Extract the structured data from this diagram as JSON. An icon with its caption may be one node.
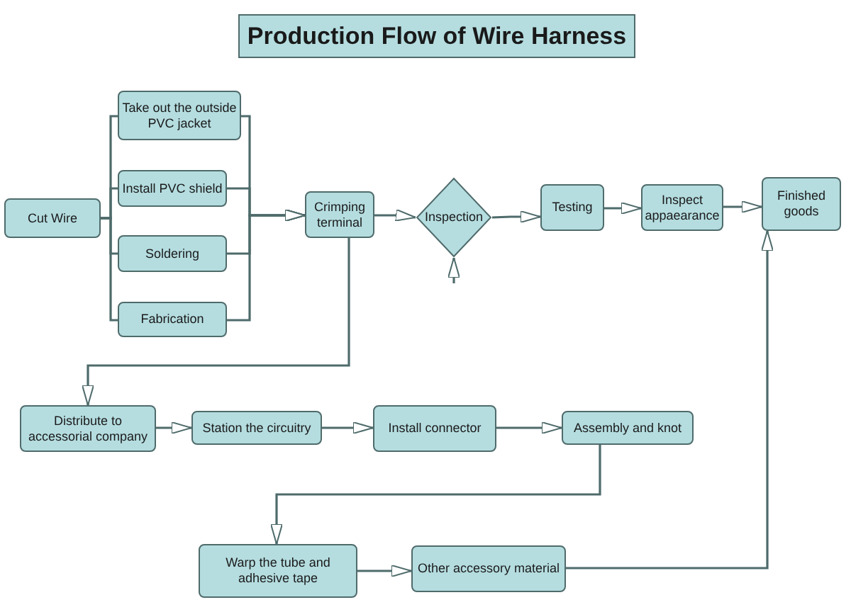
{
  "diagram": {
    "title": "Production Flow of Wire Harness",
    "nodes": [
      {
        "text": [
          "Cut Wire"
        ]
      },
      {
        "text": [
          "Take out the outside PVC jacket"
        ]
      },
      {
        "text": [
          "Install PVC shield"
        ]
      },
      {
        "text": [
          "Soldering"
        ]
      },
      {
        "text": [
          "Fabrication"
        ]
      },
      {
        "text": [
          "Crimping terminal"
        ]
      },
      {
        "text": [
          "Inspection"
        ]
      },
      {
        "text": [
          "Testing"
        ]
      },
      {
        "text": [
          "Inspect appaearance"
        ]
      },
      {
        "text": [
          "Finished goods"
        ]
      },
      {
        "text": [
          "Distribute to accessorial company"
        ]
      },
      {
        "text": [
          "Station the circuitry"
        ]
      },
      {
        "text": [
          "Install connector"
        ]
      },
      {
        "text": [
          "Assembly and knot"
        ]
      },
      {
        "text": [
          "Warp the tube and adhesive tape"
        ]
      },
      {
        "text": [
          "Other accessory material"
        ]
      }
    ],
    "edges": [
      {
        "from": 0,
        "to": 1,
        "arrow": "none"
      },
      {
        "from": 0,
        "to": 2,
        "arrow": "none"
      },
      {
        "from": 0,
        "to": 3,
        "arrow": "none"
      },
      {
        "from": 0,
        "to": 4,
        "arrow": "none"
      },
      {
        "from": 1,
        "to": 5,
        "arrow": "to"
      },
      {
        "from": 2,
        "to": 5,
        "arrow": "to"
      },
      {
        "from": 3,
        "to": 5,
        "arrow": "to"
      },
      {
        "from": 4,
        "to": 5,
        "arrow": "to"
      },
      {
        "from": 5,
        "to": 6,
        "arrow": "to"
      },
      {
        "from": 6,
        "to": 7,
        "arrow": "to"
      },
      {
        "from": 7,
        "to": 8,
        "arrow": "to"
      },
      {
        "from": 8,
        "to": 9,
        "arrow": "to"
      },
      {
        "from": null,
        "to": 6,
        "arrow": "to"
      },
      {
        "from": 5,
        "to": 10,
        "arrow": "to"
      },
      {
        "from": 10,
        "to": 11,
        "arrow": "to"
      },
      {
        "from": 11,
        "to": 12,
        "arrow": "to"
      },
      {
        "from": 12,
        "to": 13,
        "arrow": "to"
      },
      {
        "from": 13,
        "to": 14,
        "arrow": "to"
      },
      {
        "from": 14,
        "to": 15,
        "arrow": "to"
      },
      {
        "from": 15,
        "to": 9,
        "arrow": "to"
      }
    ]
  }
}
